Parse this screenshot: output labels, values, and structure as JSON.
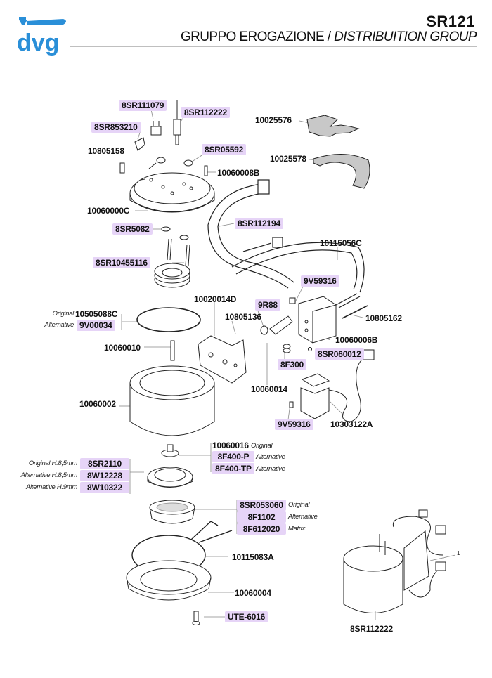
{
  "header": {
    "brand": "dvg",
    "model_code": "SR121",
    "subtitle_it": "GRUPPO EROGAZIONE / ",
    "subtitle_en": "DISTRIBUITION GROUP"
  },
  "colors": {
    "brand_blue": "#2a8fd8",
    "highlight_label": "#e6d4f7",
    "line": "#777777"
  },
  "parts": {
    "p8SR111079": "8SR111079",
    "p8SR112222": "8SR112222",
    "p8SR853210": "8SR853210",
    "p10805158": "10805158",
    "p8SR05592": "8SR05592",
    "p10060008B": "10060008B",
    "p10060000C": "10060000C",
    "p10025576": "10025576",
    "p10025578": "10025578",
    "p8SR5082": "8SR5082",
    "p8SR112194": "8SR112194",
    "p10115056C": "10115056C",
    "p8SR10455116": "8SR10455116",
    "p9V59316a": "9V59316",
    "p10020014D": "10020014D",
    "p9R88": "9R88",
    "p10805136": "10805136",
    "p10805162": "10805162",
    "p10505088C": "10505088C",
    "p9V00034": "9V00034",
    "p10060006B": "10060006B",
    "p10060010": "10060010",
    "p8SR060012": "8SR060012",
    "p8F300": "8F300",
    "p10060014": "10060014",
    "p10060002": "10060002",
    "p9V59316b": "9V59316",
    "p10303122A": "10303122A",
    "p10060016": "10060016",
    "p8F400P": "8F400-P",
    "p8F400TP": "8F400-TP",
    "p8SR2110": "8SR2110",
    "p8W12228": "8W12228",
    "p8W10322": "8W10322",
    "p8SR053060": "8SR053060",
    "p8F1102": "8F1102",
    "p8F612020": "8F612020",
    "p10115083A": "10115083A",
    "p10060004": "10060004",
    "pUTE6016": "UTE-6016",
    "assembly": "8SR112222",
    "assembly_callout": "1"
  },
  "notes": {
    "original": "Original",
    "alternative": "Alternative",
    "matrix": "Matrix",
    "orig_h85": "Original H.8,5mm",
    "alt_h85": "Alternative H.8,5mm",
    "alt_h9": "Alternative H.9mm"
  }
}
